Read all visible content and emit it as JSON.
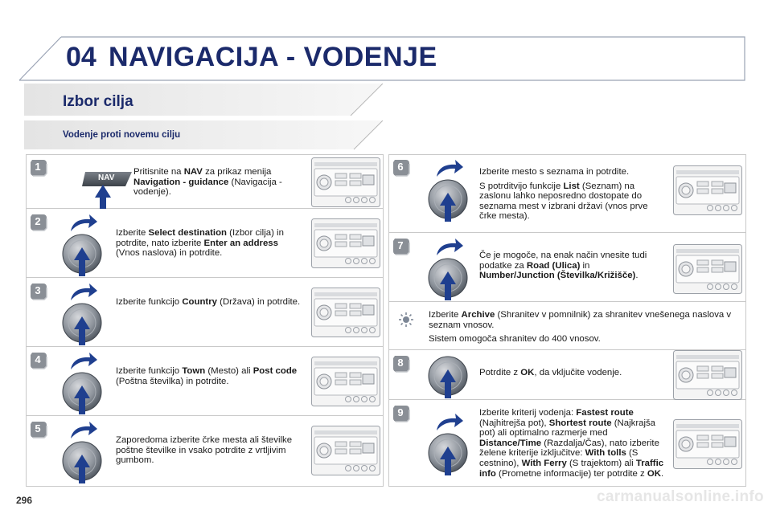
{
  "header": {
    "chapter_number": "04",
    "chapter_title": "NAVIGACIJA - VODENJE"
  },
  "section": {
    "title": "Izbor cilja",
    "subtitle": "Vodenje proti novemu cilju"
  },
  "nav_button_label": "NAV",
  "steps_left": [
    {
      "number": "1",
      "icon": "nav-button-press",
      "parts": [
        [
          "Pritisnite na ",
          false
        ],
        [
          "NAV",
          true
        ],
        [
          " za prikaz menija ",
          false
        ],
        [
          "Navigation - guidance",
          true
        ],
        [
          " (Navigacija - vodenje).",
          false
        ]
      ]
    },
    {
      "number": "2",
      "icon": "knob-turn",
      "parts": [
        [
          "Izberite ",
          false
        ],
        [
          "Select destination",
          true
        ],
        [
          " (Izbor cilja) in potrdite, nato izberite ",
          false
        ],
        [
          "Enter an address",
          true
        ],
        [
          " (Vnos naslova) in potrdite.",
          false
        ]
      ]
    },
    {
      "number": "3",
      "icon": "knob-turn",
      "parts": [
        [
          "Izberite funkcijo ",
          false
        ],
        [
          "Country",
          true
        ],
        [
          " (Država) in potrdite.",
          false
        ]
      ]
    },
    {
      "number": "4",
      "icon": "knob-turn",
      "parts": [
        [
          "Izberite funkcijo ",
          false
        ],
        [
          "Town",
          true
        ],
        [
          " (Mesto) ali ",
          false
        ],
        [
          "Post code",
          true
        ],
        [
          " (Poštna številka) in potrdite.",
          false
        ]
      ]
    },
    {
      "number": "5",
      "icon": "knob-turn",
      "parts": [
        [
          "Zaporedoma izberite črke mesta ali številke poštne številke in vsako potrdite z vrtljivim gumbom.",
          false
        ]
      ]
    }
  ],
  "steps_right": [
    {
      "number": "6",
      "icon": "knob-turn",
      "paragraphs": [
        [
          [
            "Izberite mesto s seznama in potrdite.",
            false
          ]
        ],
        [
          [
            "S potrditvijo funkcije ",
            false
          ],
          [
            "List",
            true
          ],
          [
            " (Seznam) na zaslonu lahko neposredno dostopate do seznama mest v izbrani državi (vnos prve črke mesta).",
            false
          ]
        ]
      ]
    },
    {
      "number": "7",
      "icon": "knob-turn",
      "paragraphs": [
        [
          [
            "Če je mogoče, na enak način vnesite tudi podatke za ",
            false
          ],
          [
            "Road (Ulica)",
            true
          ],
          [
            " in ",
            false
          ],
          [
            "Number/Junction (Številka/Križišče)",
            true
          ],
          [
            ".",
            false
          ]
        ]
      ]
    },
    {
      "number": "",
      "icon": "tip-sun-icon",
      "paragraphs": [
        [
          [
            "Izberite ",
            false
          ],
          [
            "Archive",
            true
          ],
          [
            " (Shranitev v pomnilnik) za shranitev vnešenega naslova v seznam vnosov.",
            false
          ]
        ],
        [
          [
            "Sistem omogoča shranitev do 400 vnosov.",
            false
          ]
        ]
      ]
    },
    {
      "number": "8",
      "icon": "knob-press",
      "paragraphs": [
        [
          [
            "Potrdite z ",
            false
          ],
          [
            "OK",
            true
          ],
          [
            ", da vključite vodenje.",
            false
          ]
        ]
      ]
    },
    {
      "number": "9",
      "icon": "knob-turn",
      "paragraphs": [
        [
          [
            "Izberite kriterij vodenja: ",
            false
          ],
          [
            "Fastest route",
            true
          ],
          [
            " (Najhitrejša pot), ",
            false
          ],
          [
            "Shortest route",
            true
          ],
          [
            " (Najkrajša pot) ali optimalno razmerje med ",
            false
          ],
          [
            "Distance/Time",
            true
          ],
          [
            " (Razdalja/Čas), nato izberite želene kriterije izključitve: ",
            false
          ],
          [
            "With tolls",
            true
          ],
          [
            " (S cestnino), ",
            false
          ],
          [
            "With Ferry",
            true
          ],
          [
            " (S trajektom) ali ",
            false
          ],
          [
            "Traffic info",
            true
          ],
          [
            " (Prometne informacije) ter potrdite z ",
            false
          ],
          [
            "OK",
            true
          ],
          [
            ".",
            false
          ]
        ]
      ]
    }
  ],
  "page_number": "296",
  "footer_url": "carmanualsonline.info",
  "colors": {
    "title_blue": "#1b2a6b",
    "badge_grey": "#8a8f96",
    "knob_blue": "#1f3f8f"
  }
}
